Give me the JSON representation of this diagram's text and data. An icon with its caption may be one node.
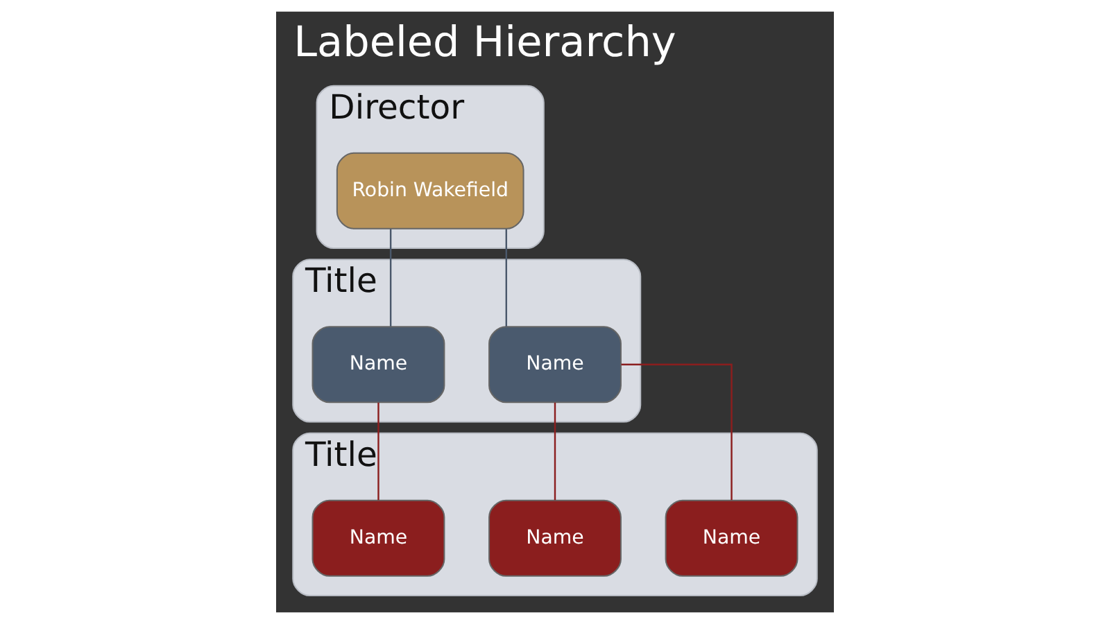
{
  "diagram": {
    "title": "Labeled Hierarchy",
    "nodes": [
      {
        "text": [
          "Director"
        ]
      },
      {
        "text": [
          "Robin Wakefield"
        ],
        "in": 0
      },
      {
        "text": [
          "Title"
        ]
      },
      {
        "text": [
          "Name"
        ],
        "in": 2
      },
      {
        "text": [
          "Name"
        ],
        "in": 2
      },
      {
        "text": [
          "Title"
        ]
      },
      {
        "text": [
          "Name"
        ],
        "in": 5
      },
      {
        "text": [
          "Name"
        ],
        "in": 5
      },
      {
        "text": [
          "Name"
        ],
        "in": 5
      }
    ],
    "edges": [
      {
        "from": 1,
        "to": 3,
        "arrow": "none",
        "color": "#4a586b"
      },
      {
        "from": 1,
        "to": 4,
        "arrow": "none",
        "color": "#4a586b"
      },
      {
        "from": 3,
        "to": 6,
        "arrow": "none"
      },
      {
        "from": 3,
        "to": 7,
        "arrow": "none"
      },
      {
        "from": 4,
        "to": 8,
        "arrow": "none"
      }
    ]
  }
}
